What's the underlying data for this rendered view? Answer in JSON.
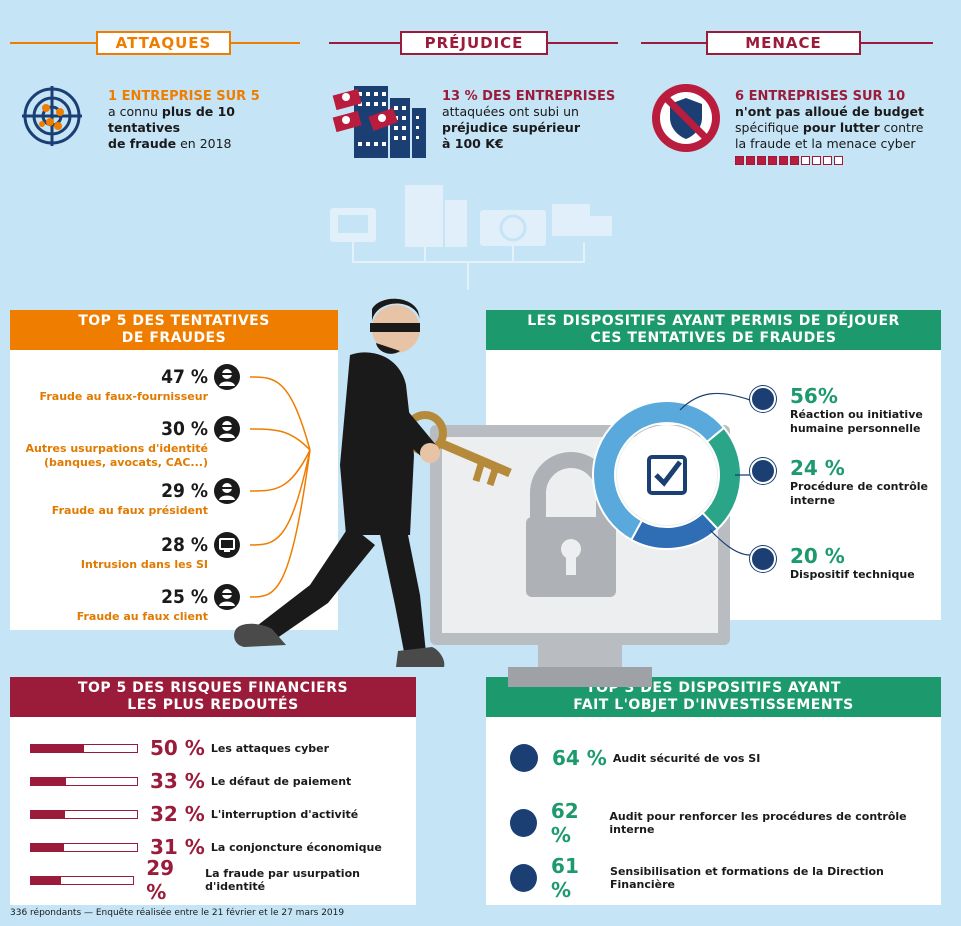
{
  "header": {
    "attaques": "ATTAQUES",
    "prejudice": "PRÉJUDICE",
    "menace": "MENACE"
  },
  "stats": {
    "attaques": {
      "title": "1 ENTREPRISE SUR 5",
      "l1a": "a connu ",
      "l1b": "plus de 10 tentatives",
      "l2a": "de fraude",
      "l2b": " en 2018"
    },
    "prejudice": {
      "title": "13 % DES ENTREPRISES",
      "l1": "attaquées ont subi un",
      "l2": "préjudice supérieur",
      "l3": "à 100 K€"
    },
    "menace": {
      "title": "6 ENTREPRISES SUR 10",
      "l1": "n'ont pas alloué de budget",
      "l2a": "spécifique ",
      "l2b": "pour lutter",
      "l2c": " contre",
      "l3": "la fraude et la menace cyber",
      "ratio": 0.6
    }
  },
  "top5_fraudes": {
    "title1": "TOP 5 DES TENTATIVES",
    "title2": "DE FRAUDES",
    "items": [
      {
        "pct": "47 %",
        "l1": "Fraude au faux-fournisseur",
        "l2": "",
        "icon": "person-icon"
      },
      {
        "pct": "30 %",
        "l1": "Autres usurpations d'identité",
        "l2": "(banques, avocats, CAC...)",
        "icon": "person-icon"
      },
      {
        "pct": "29 %",
        "l1": "Fraude au faux président",
        "l2": "",
        "icon": "person-icon"
      },
      {
        "pct": "28 %",
        "l1": "Intrusion dans les SI",
        "l2": "",
        "icon": "monitor-icon"
      },
      {
        "pct": "25 %",
        "l1": "Fraude au faux client",
        "l2": "",
        "icon": "person-icon"
      }
    ]
  },
  "dispositifs": {
    "title1": "LES DISPOSITIFS AYANT PERMIS DE DÉJOUER",
    "title2": "CES TENTATIVES DE FRAUDES",
    "items": [
      {
        "pct": "56%",
        "l1": "Réaction ou initiative",
        "l2": "humaine personnelle",
        "value": 56
      },
      {
        "pct": "24 %",
        "l1": "Procédure de contrôle",
        "l2": "interne",
        "value": 24
      },
      {
        "pct": "20 %",
        "l1": "Dispositif technique",
        "l2": "",
        "value": 20
      }
    ],
    "colors": [
      "#5aa9dc",
      "#2aa587",
      "#2f6db5"
    ]
  },
  "risques": {
    "title1": "TOP 5 DES RISQUES FINANCIERS",
    "title2": "LES PLUS REDOUTÉS",
    "items": [
      {
        "pct": "50 %",
        "label": "Les attaques cyber",
        "value": 50
      },
      {
        "pct": "33 %",
        "label": "Le défaut de paiement",
        "value": 33
      },
      {
        "pct": "32 %",
        "label": "L'interruption d'activité",
        "value": 32
      },
      {
        "pct": "31 %",
        "label": "La conjoncture économique",
        "value": 31
      },
      {
        "pct": "29 %",
        "label": "La fraude par usurpation d'identité",
        "value": 29
      }
    ]
  },
  "investissements": {
    "title1": "TOP 3 DES DISPOSITIFS AYANT",
    "title2": "FAIT L'OBJET D'INVESTISSEMENTS",
    "items": [
      {
        "pct": "64 %",
        "label": "Audit sécurité de vos SI"
      },
      {
        "pct": "62 %",
        "label": "Audit pour renforcer les procédures de contrôle interne"
      },
      {
        "pct": "61 %",
        "label": "Sensibilisation et formations de la Direction Financière"
      }
    ]
  },
  "footer": "336 répondants — Enquête réalisée entre le 21 février et le 27 mars 2019",
  "colors": {
    "orange": "#ef7d00",
    "crimson": "#9b1b3a",
    "green": "#1c9a6d",
    "navy": "#1b3f73"
  }
}
